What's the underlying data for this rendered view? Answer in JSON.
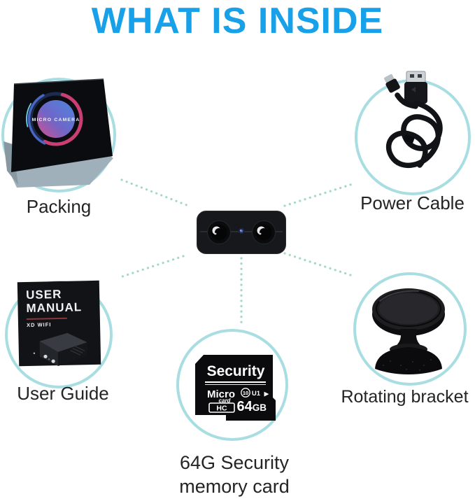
{
  "title": "WHAT IS INSIDE",
  "colors": {
    "title_blue": "#18a0e8",
    "circle_ring": "#a8dde2",
    "dotted_line": "#a2d8c6",
    "label_text": "#242424",
    "box_swirl_pink": "#cc3d74",
    "box_swirl_blue": "#4a67c8"
  },
  "packing": {
    "label": "Packing",
    "box_brand": "MICRO CAMERA"
  },
  "power_cable": {
    "label": "Power Cable"
  },
  "user_guide": {
    "label": "User Guide",
    "manual": {
      "title1": "USER",
      "title2": "MANUAL",
      "subtitle": "XD WIFI"
    }
  },
  "memory_card": {
    "label_line1": "64G Security",
    "label_line2": "memory card",
    "card": {
      "brand": "Security",
      "logo_micro": "Micro",
      "logo_card": "card",
      "logo_hc": "HC",
      "speed_class": "10",
      "uhs": "U1",
      "play": "▶",
      "size_num": "64",
      "size_unit": "GB"
    }
  },
  "rotating_bracket": {
    "label": "Rotating bracket"
  }
}
